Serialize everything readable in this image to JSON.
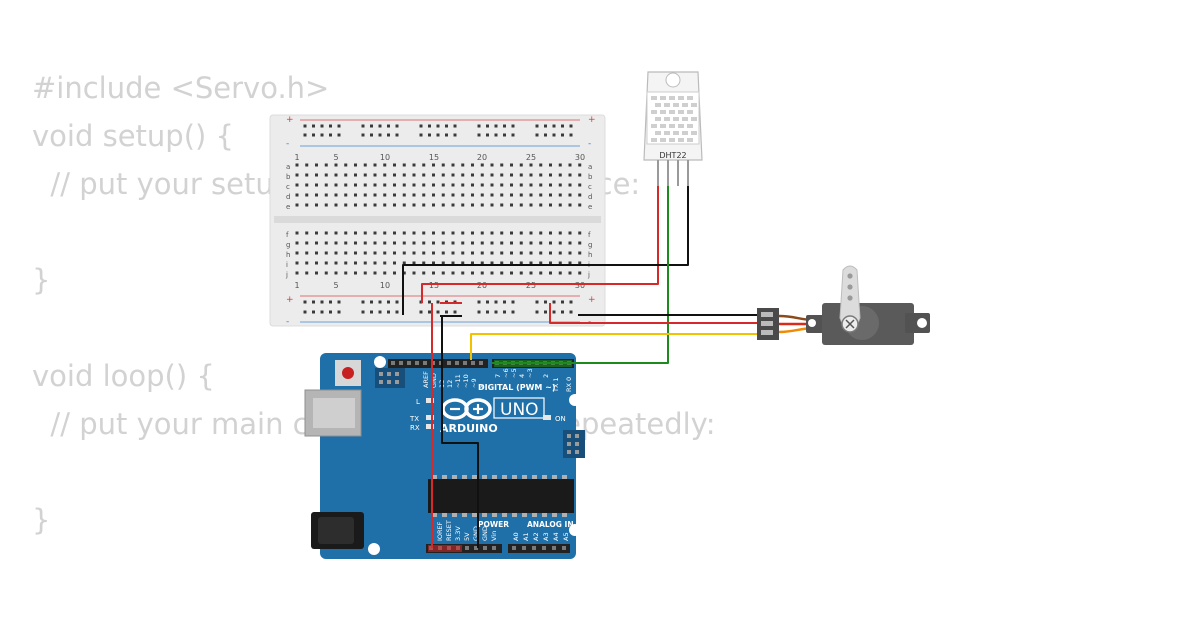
{
  "code": {
    "lines": [
      "#include <Servo.h>",
      "void setup() {",
      "  // put your setup code here, to run once:",
      "",
      "}",
      "",
      "void loop() {",
      "  // put your main code here, to run repeatedly:",
      "",
      "}"
    ]
  },
  "breadboard": {
    "col_numbers": [
      "1",
      "5",
      "10",
      "15",
      "20",
      "25",
      "30"
    ],
    "row_letters_top": [
      "a",
      "b",
      "c",
      "d",
      "e"
    ],
    "row_letters_bottom": [
      "f",
      "g",
      "h",
      "i",
      "j"
    ],
    "rail_plus": "+",
    "rail_minus": "-"
  },
  "dht22": {
    "label": "DHT22"
  },
  "arduino": {
    "model": "UNO",
    "brand": "ARDUINO",
    "digital_label": "DIGITAL (PWM ~)",
    "power_label": "POWER",
    "analog_label": "ANALOG IN",
    "led_l": "L",
    "led_tx": "TX",
    "led_rx": "RX",
    "led_on": "ON",
    "header_top_labels": [
      "AREF",
      "GND",
      "13",
      "12",
      "~11",
      "~10",
      "~9",
      "8",
      "7",
      "~6",
      "~5",
      "4",
      "~3",
      "2",
      "TX 1",
      "RX 0"
    ],
    "power_pins": [
      "IOREF",
      "RESET",
      "3.3V",
      "5V",
      "GND",
      "GND",
      "Vin"
    ],
    "analog_pins": [
      "A0",
      "A1",
      "A2",
      "A3",
      "A4",
      "A5"
    ]
  },
  "colors": {
    "board_blue": "#1f6fa8",
    "wire_red": "#d62a2a",
    "wire_black": "#111111",
    "wire_green": "#1d8a1d",
    "wire_yellow": "#f2c200",
    "code_text": "#d2d2d2"
  }
}
